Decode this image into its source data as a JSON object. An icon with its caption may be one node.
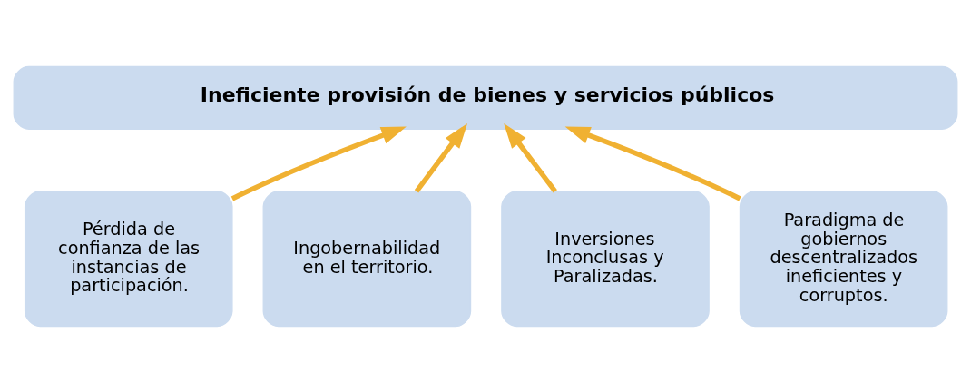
{
  "diagram": {
    "nodes": [
      {
        "text": [
          "Ineficiente provisión de bienes y servicios públicos"
        ]
      },
      {
        "text": [
          "Pérdida de confianza de las instancias de participación."
        ]
      },
      {
        "text": [
          "Ingobernabilidad en el territorio."
        ]
      },
      {
        "text": [
          "Inversiones Inconclusas y Paralizadas."
        ]
      },
      {
        "text": [
          "Paradigma de gobiernos descentralizados ineficientes y corruptos."
        ]
      }
    ],
    "edges": [
      {
        "from": 1,
        "to": 0,
        "arrow": "to"
      },
      {
        "from": 2,
        "to": 0,
        "arrow": "to"
      },
      {
        "from": 3,
        "to": 0,
        "arrow": "to"
      },
      {
        "from": 4,
        "to": 0,
        "arrow": "to"
      }
    ]
  }
}
